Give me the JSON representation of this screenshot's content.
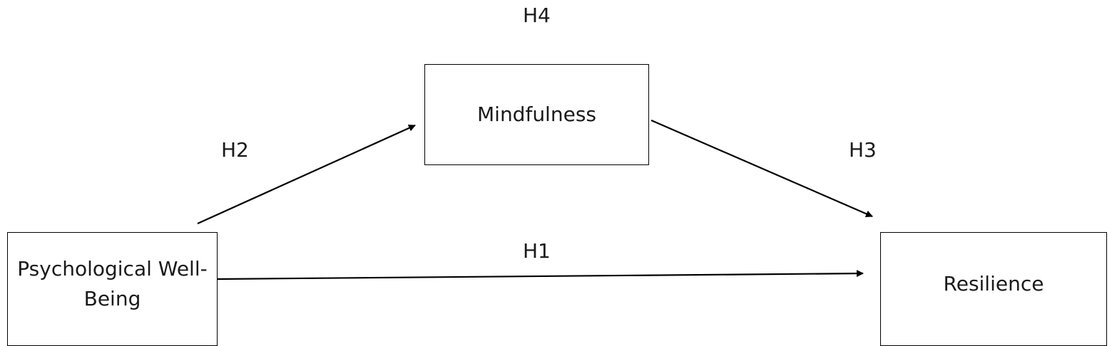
{
  "nodes": {
    "psychological_well_being": "Psychological Well-Being",
    "mindfulness": "Mindfulness",
    "resilience": "Resilience"
  },
  "hypotheses": {
    "h1": "H1",
    "h2": "H2",
    "h3": "H3",
    "h4": "H4"
  },
  "edges": [
    {
      "from": "psychological_well_being",
      "to": "resilience",
      "label": "h1"
    },
    {
      "from": "psychological_well_being",
      "to": "mindfulness",
      "label": "h2"
    },
    {
      "from": "mindfulness",
      "to": "resilience",
      "label": "h3"
    }
  ]
}
